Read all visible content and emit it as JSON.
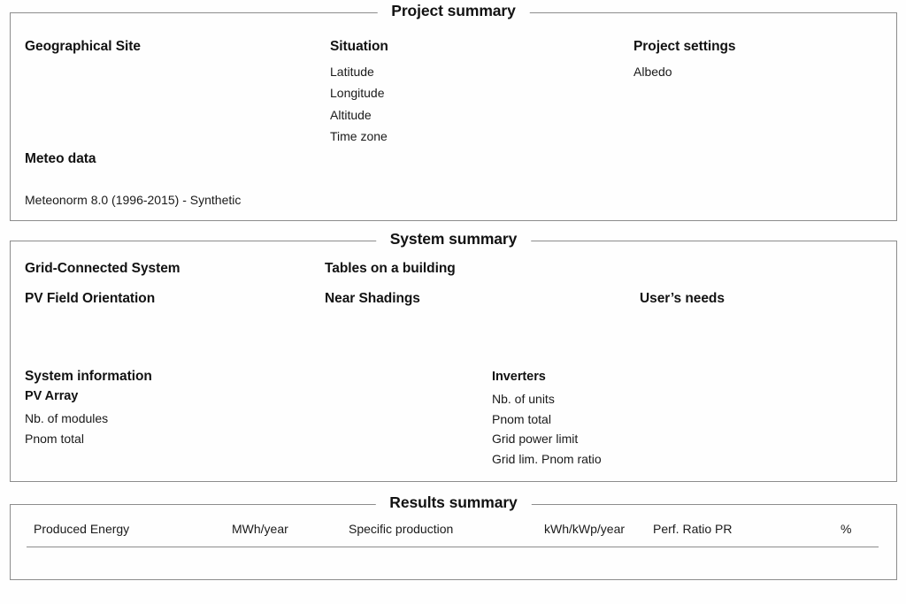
{
  "document": {
    "type": "pv-project-summary-report"
  },
  "sections": [
    {
      "id": "project-summary",
      "title": "Project summary",
      "columns": [
        {
          "id": "geographical-site",
          "heading": "Geographical Site",
          "items": []
        },
        {
          "id": "situation",
          "heading": "Situation",
          "items": [
            "Latitude",
            "Longitude",
            "Altitude",
            "Time zone"
          ]
        },
        {
          "id": "project-settings",
          "heading": "Project settings",
          "items": [
            "Albedo"
          ]
        }
      ],
      "meteo": {
        "heading": "Meteo data",
        "source": "Meteonorm 8.0 (1996-2015) - Synthetic"
      }
    },
    {
      "id": "system-summary",
      "title": "System summary",
      "top_headings": [
        "Grid-Connected System",
        "Tables on a building",
        "PV Field Orientation",
        "Near Shadings",
        "User’s needs"
      ],
      "system_information": {
        "heading": "System information",
        "pv_array": {
          "heading": "PV Array",
          "items": [
            "Nb. of modules",
            "Pnom total"
          ]
        },
        "inverters": {
          "heading": "Inverters",
          "items": [
            "Nb. of units",
            "Pnom total",
            "Grid power limit",
            "Grid lim. Pnom ratio"
          ]
        }
      }
    },
    {
      "id": "results-summary",
      "title": "Results summary",
      "row": [
        {
          "label": "Produced Energy",
          "unit": "MWh/year"
        },
        {
          "label": "Specific production",
          "unit": "kWh/kWp/year"
        },
        {
          "label": "Perf. Ratio PR",
          "unit": "%"
        }
      ]
    }
  ],
  "colors": {
    "background": "#fefefe",
    "border": "#8c8c8c",
    "text": "#111111"
  }
}
